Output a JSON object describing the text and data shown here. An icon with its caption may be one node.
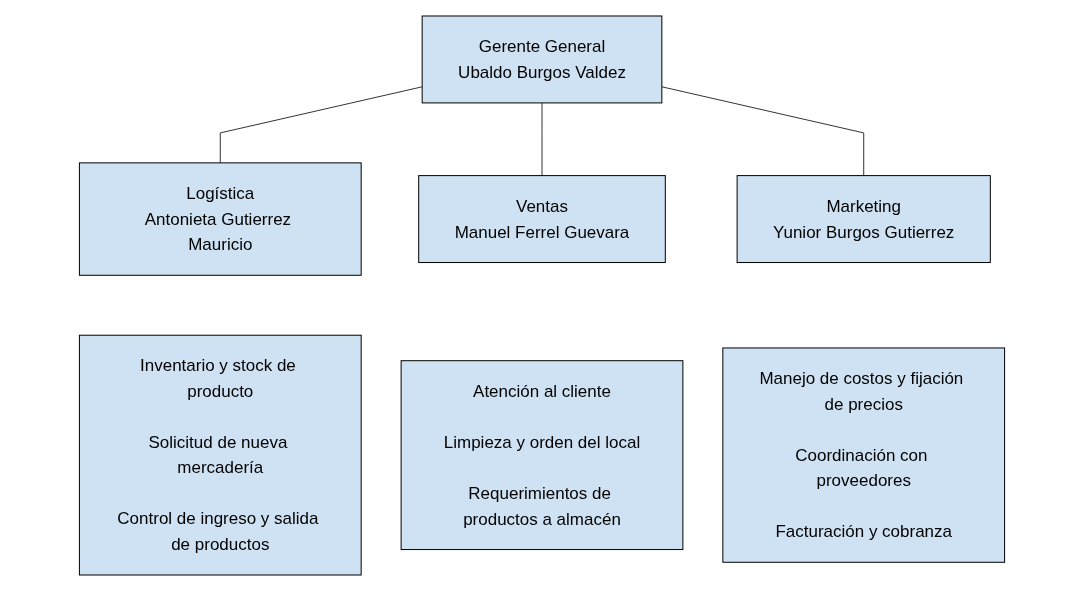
{
  "diagram": {
    "nodes": [
      {
        "text": [
          "Gerente General",
          "Ubaldo Burgos Valdez"
        ]
      },
      {
        "text": [
          "Logística",
          "Antonieta Gutierrez Mauricio"
        ]
      },
      {
        "text": [
          "Ventas",
          "Manuel Ferrel Guevara"
        ]
      },
      {
        "text": [
          "Marketing",
          "Yunior Burgos Gutierrez"
        ]
      },
      {
        "text": [
          "Inventario y stock de producto",
          "Solicitud de nueva mercadería",
          "Control de ingreso y salida de productos"
        ]
      },
      {
        "text": [
          "Atención al cliente",
          "Limpieza y orden del local",
          "Requerimientos de productos a almacén"
        ]
      },
      {
        "text": [
          "Manejo de costos y fijación de precios",
          "Coordinación con proveedores",
          "Facturación y cobranza"
        ]
      }
    ],
    "edges": [
      {
        "from": 0,
        "to": 1,
        "arrow": "none"
      },
      {
        "from": 0,
        "to": 2,
        "arrow": "none"
      },
      {
        "from": 0,
        "to": 3,
        "arrow": "none"
      }
    ]
  }
}
